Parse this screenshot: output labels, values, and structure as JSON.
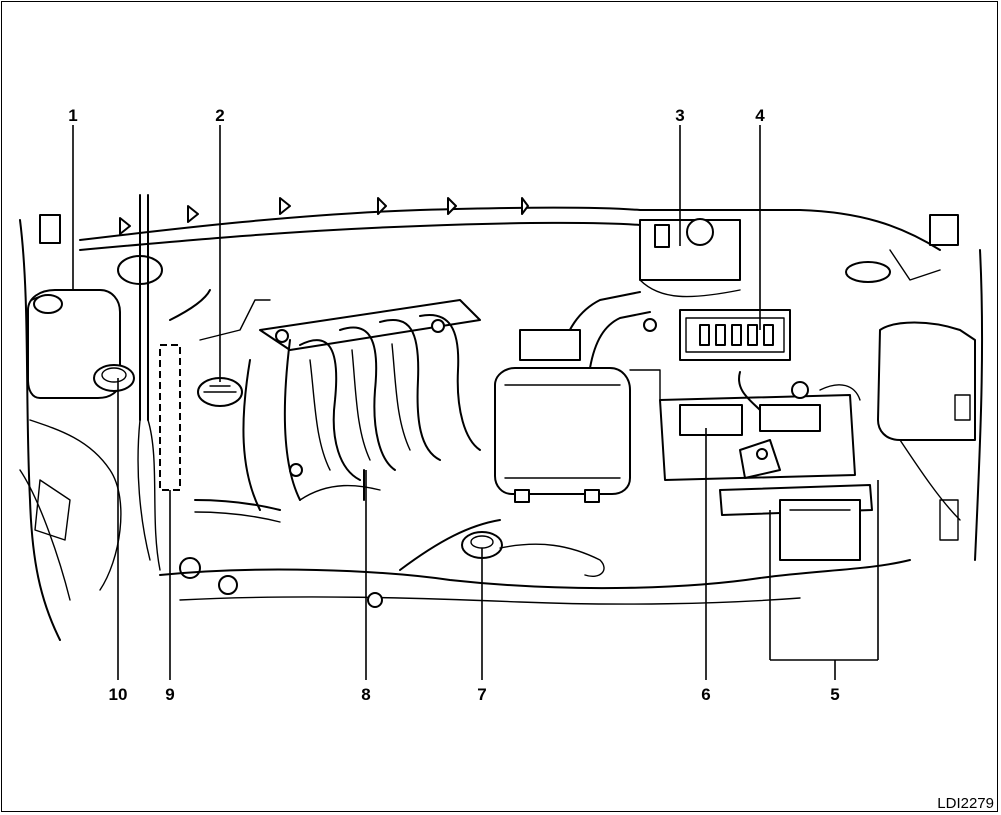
{
  "figure": {
    "code": "LDI2279",
    "callouts": [
      "1",
      "2",
      "3",
      "4",
      "5",
      "6",
      "7",
      "8",
      "9",
      "10"
    ]
  }
}
